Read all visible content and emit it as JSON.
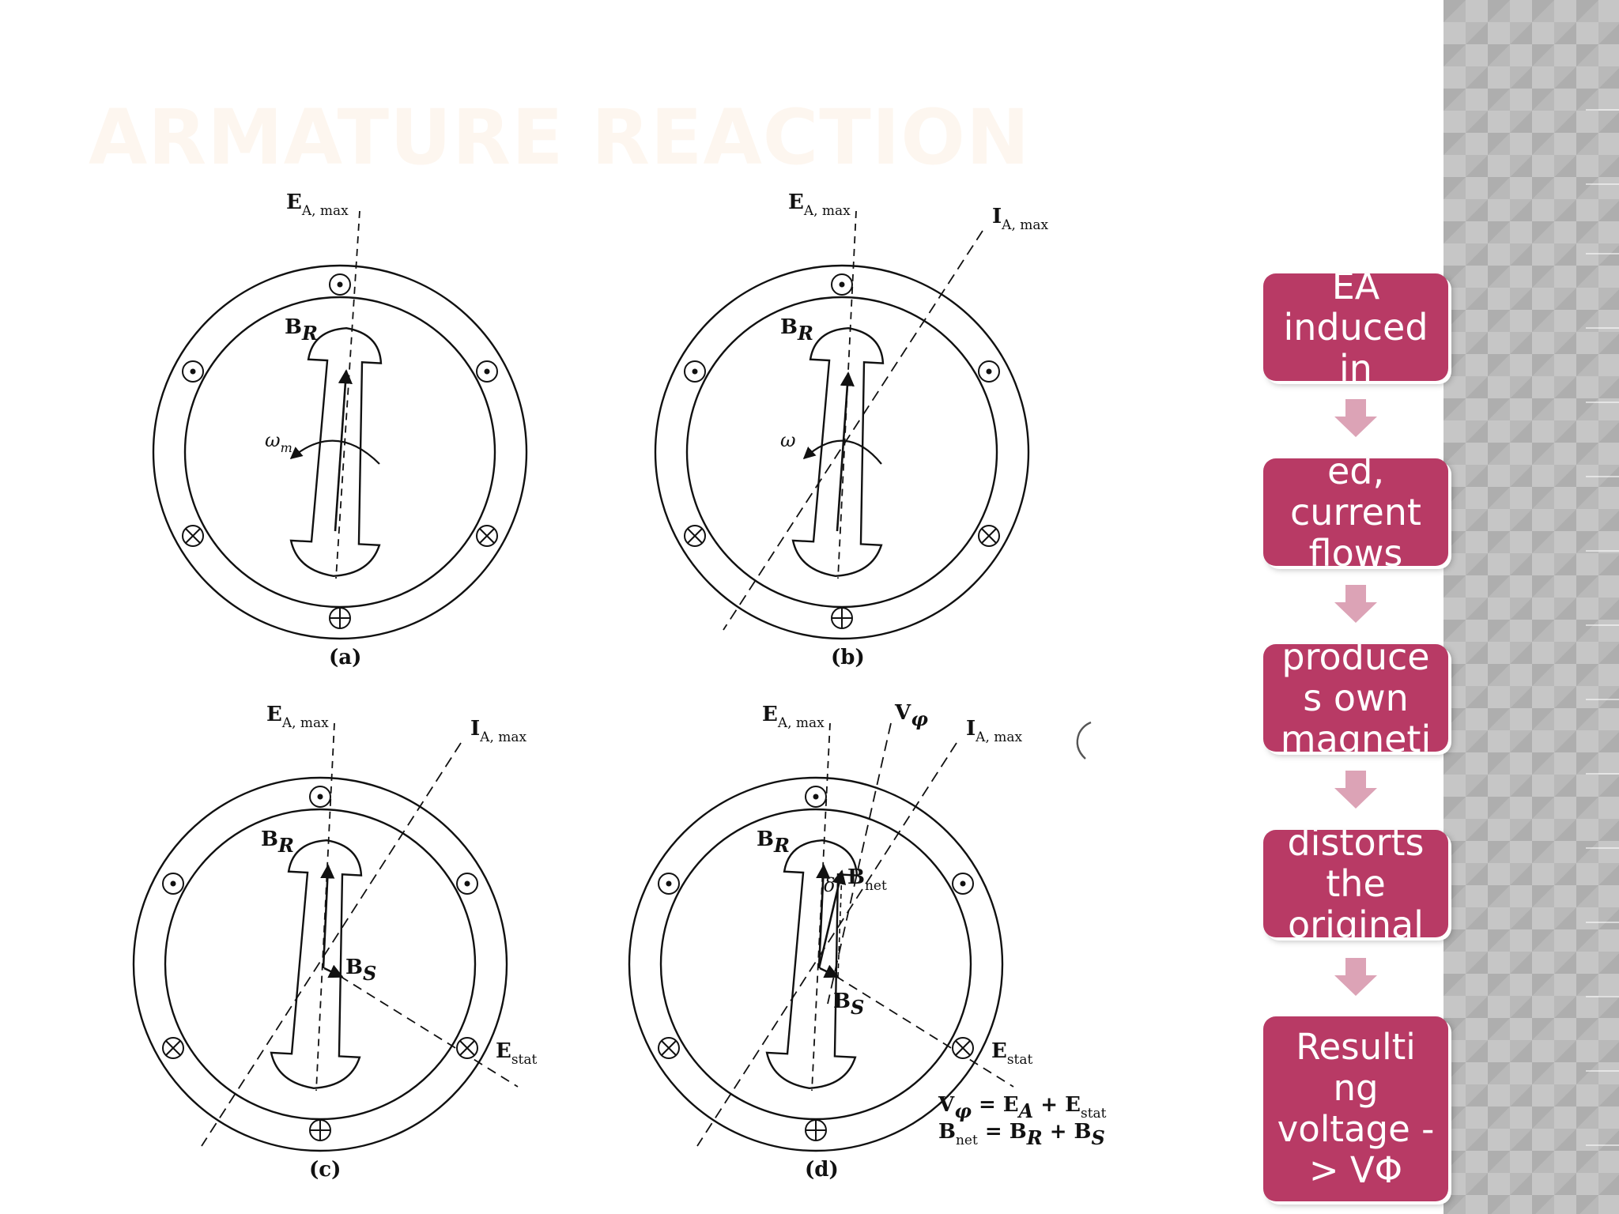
{
  "slide": {
    "title": "ARMATURE REACTION"
  },
  "figure": {
    "panels": [
      {
        "caption": "(a)",
        "ea": "E",
        "ea_sub": "A, max",
        "br": "B",
        "br_sub": "R",
        "omega": "ω",
        "omega_sub": "m"
      },
      {
        "caption": "(b)",
        "ea": "E",
        "ea_sub": "A, max",
        "ia": "I",
        "ia_sub": "A, max",
        "br": "B",
        "br_sub": "R",
        "omega": "ω"
      },
      {
        "caption": "(c)",
        "ea": "E",
        "ea_sub": "A, max",
        "ia": "I",
        "ia_sub": "A, max",
        "br": "B",
        "br_sub": "R",
        "bs": "B",
        "bs_sub": "S",
        "estat": "E",
        "estat_sub": "stat"
      },
      {
        "caption": "(d)",
        "ea": "E",
        "ea_sub": "A, max",
        "vphi": "V",
        "vphi_sub": "φ",
        "ia": "I",
        "ia_sub": "A, max",
        "br": "B",
        "br_sub": "R",
        "bnet": "B",
        "bnet_sub": "net",
        "delta": "δ",
        "bs": "B",
        "bs_sub": "S",
        "estat": "E",
        "estat_sub": "stat"
      }
    ],
    "equations": [
      "V",
      "φ",
      " = E",
      "A",
      " + E",
      "stat",
      "B",
      "net",
      " = B",
      "R",
      " + B",
      "S"
    ]
  },
  "flow": {
    "steps": [
      "EA induced in",
      "ed, current flows",
      "produce s own magneti",
      "distorts the original",
      "Resulti ng voltage -> VΦ"
    ]
  },
  "colors": {
    "box": "#b83a65",
    "arrow": "#dca3b6",
    "title": "#fdf6ef",
    "strip": "#b9b9b9"
  }
}
